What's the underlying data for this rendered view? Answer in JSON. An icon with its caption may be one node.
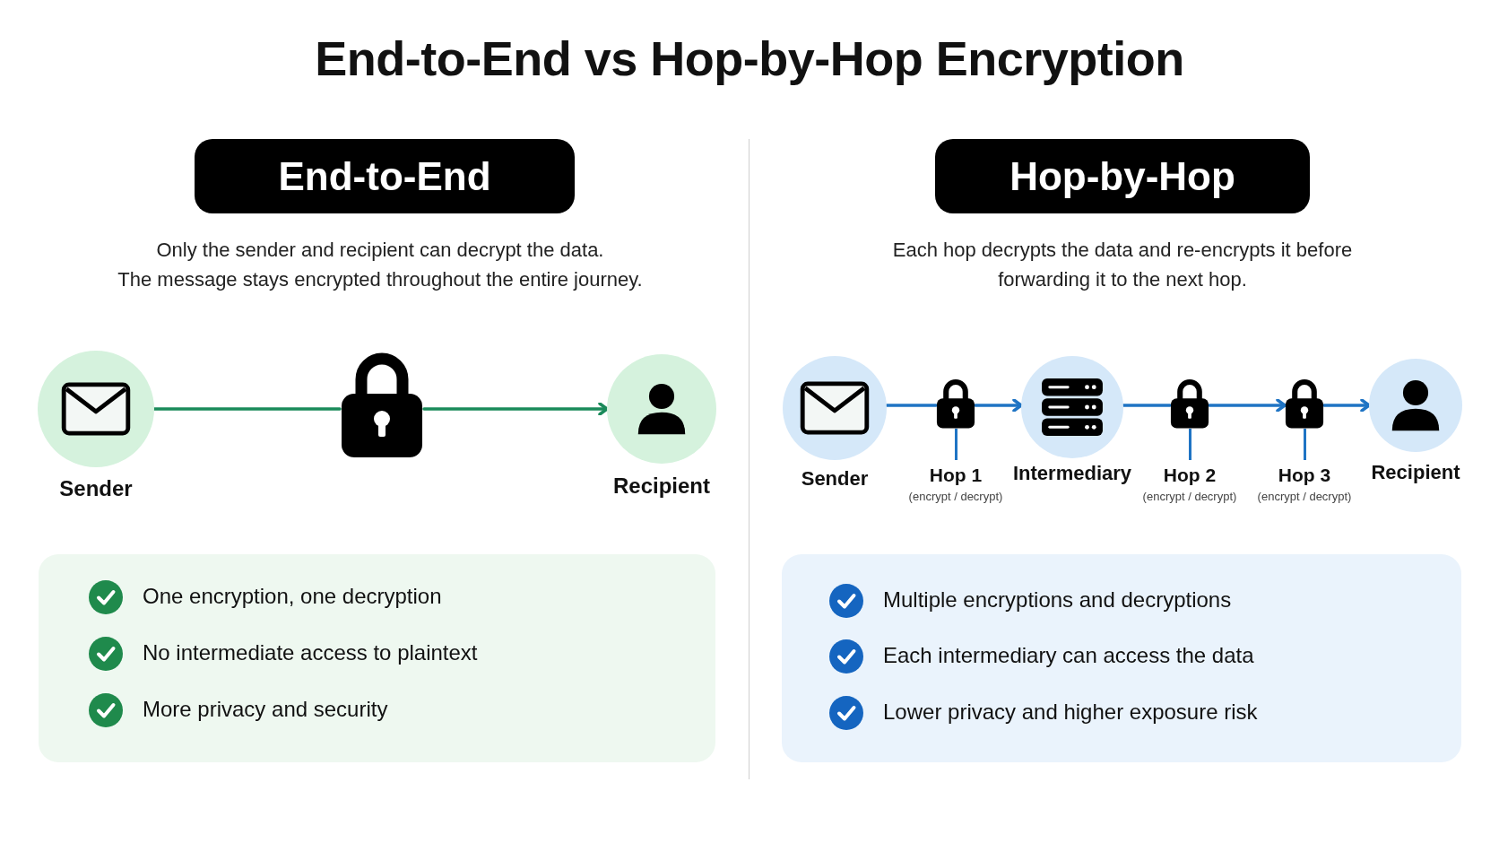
{
  "diagram": {
    "title": "End-to-End vs Hop-by-Hop Encryption",
    "nodes": [
      {
        "text": [
          "End-to-End"
        ]
      },
      {
        "text": [
          "Sender"
        ]
      },
      {
        "text": [],
        "shape": "lock"
      },
      {
        "text": [
          "Recipient"
        ]
      },
      {
        "text": [
          "One encryption, one decryption",
          "No intermediate access to plaintext",
          "More privacy and security"
        ]
      },
      {
        "text": [
          "Hop-by-Hop"
        ]
      },
      {
        "text": [
          "Sender"
        ]
      },
      {
        "text": [
          "Hop 1",
          "(encrypt / decrypt)"
        ]
      },
      {
        "text": [
          "Intermediary"
        ]
      },
      {
        "text": [
          "Hop 2",
          "(encrypt / decrypt)"
        ]
      },
      {
        "text": [
          "Hop 3",
          "(encrypt / decrypt)"
        ]
      },
      {
        "text": [
          "Recipient"
        ]
      },
      {
        "text": [
          "Multiple encryptions and decryptions",
          "Each intermediary can access the data",
          "Lower privacy and higher exposure risk"
        ]
      }
    ],
    "edges": [
      {
        "from": 1,
        "to": 2,
        "arrow": "none",
        "color": "#1a8a5a"
      },
      {
        "from": 2,
        "to": 3,
        "arrow": "to",
        "color": "#1a8a5a"
      },
      {
        "from": 6,
        "to": 7,
        "arrow": "none"
      },
      {
        "from": 7,
        "to": 8,
        "arrow": "to"
      },
      {
        "from": 8,
        "to": 9,
        "arrow": "none"
      },
      {
        "from": 9,
        "to": 10,
        "arrow": "to"
      },
      {
        "from": 10,
        "to": 11,
        "arrow": "to"
      }
    ],
    "labels": [
      "Only the sender and recipient can decrypt the data.",
      "The message stays encrypted throughout the entire journey.",
      "Each hop decrypts the data and re-encrypts it before forwarding it to the next hop."
    ]
  }
}
